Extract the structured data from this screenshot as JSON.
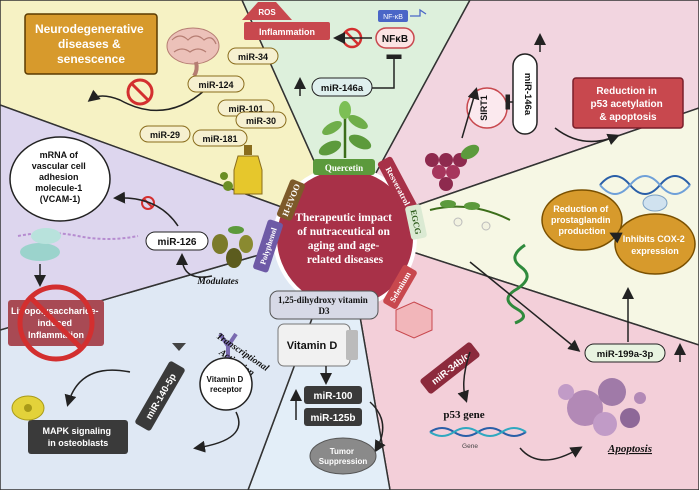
{
  "center": {
    "line1": "Therapeutic impact",
    "line2": "of nutraceutical on",
    "line3": "aging and age-",
    "line4": "related diseases"
  },
  "compounds": {
    "quercetin": "Quercetin",
    "resveratrol": "Resveratrol",
    "egcg": "EGCG",
    "selenium": "Selenium",
    "vitamin_d_source": {
      "line1": "1,25-dihydroxy vitamin",
      "line2": "D3"
    },
    "polyphenol": "Polyphenol",
    "h_evoo": "H-EVOO"
  },
  "top_left": {
    "box": {
      "line1": "Neurodegenerative",
      "line2": "diseases &",
      "line3": "senescence"
    },
    "mirnas": [
      "miR-34",
      "miR-124",
      "miR-101",
      "miR-29",
      "miR-181",
      "miR-30"
    ]
  },
  "top_center": {
    "ros": "ROS",
    "inflammation": "Inflammation",
    "nfkb_tag": "NF-κB",
    "nfkb": "NFκB",
    "mirna": "miR-146a"
  },
  "top_right": {
    "sirt1": "SIRT1",
    "mirna": "miR-146a",
    "box": {
      "line1": "Reduction in",
      "line2": "p53 acetylation",
      "line3": "& apoptosis"
    }
  },
  "right": {
    "reduction": {
      "line1": "Reduction of",
      "line2": "prostaglandin",
      "line3": "production"
    },
    "inhibits": {
      "line1": "Inhibits COX-2",
      "line2": "expression"
    },
    "mirna": "miR-199a-3p"
  },
  "bottom_right": {
    "mirna": "miR-34b/c",
    "gene": "p53 gene",
    "gene_label": "Gene",
    "apoptosis": "Apoptosis"
  },
  "bottom_center": {
    "vitamin_d": "Vitamin D",
    "mirnas": [
      "miR-100",
      "miR-125b"
    ],
    "outcome": {
      "line1": "Tumor",
      "line2": "Suppression"
    }
  },
  "bottom_left": {
    "receptor": {
      "line1": "Vitamin D",
      "line2": "receptor"
    },
    "activation": {
      "line1": "Transcriptional",
      "line2": "Activation"
    },
    "mirna": "miR-140-5p",
    "mapk": {
      "line1": "MAPK signaling",
      "line2": "in osteoblasts"
    }
  },
  "left": {
    "mrna": {
      "line1": "mRNA of",
      "line2": "vascular cell",
      "line3": "adhesion",
      "line4": "molecule-1",
      "line5": "(VCAM-1)"
    },
    "mirna": "miR-126",
    "modulates": "Modulates",
    "lps": {
      "line1": "Lipopolysaccharide-",
      "line2": "induced",
      "line3": "Inflammation"
    }
  },
  "colors": {
    "sector_top_left": "#f6f2c4",
    "sector_top_center": "#ddf0dc",
    "sector_top_right": "#f2d5e0",
    "sector_right": "#f6f7e4",
    "sector_bottom_right": "#f3cfd9",
    "sector_bottom_center": "#e3eef8",
    "sector_bottom_left": "#dfe8f4",
    "sector_left": "#ddd6ee",
    "center": "#a83148",
    "outcome_box": "#c8484e",
    "outcome_gold": "#d79a2c",
    "compound_green": "#5c9a3c",
    "compound_purple": "#6e5aa6",
    "compound_olive": "#7d5a2a"
  }
}
